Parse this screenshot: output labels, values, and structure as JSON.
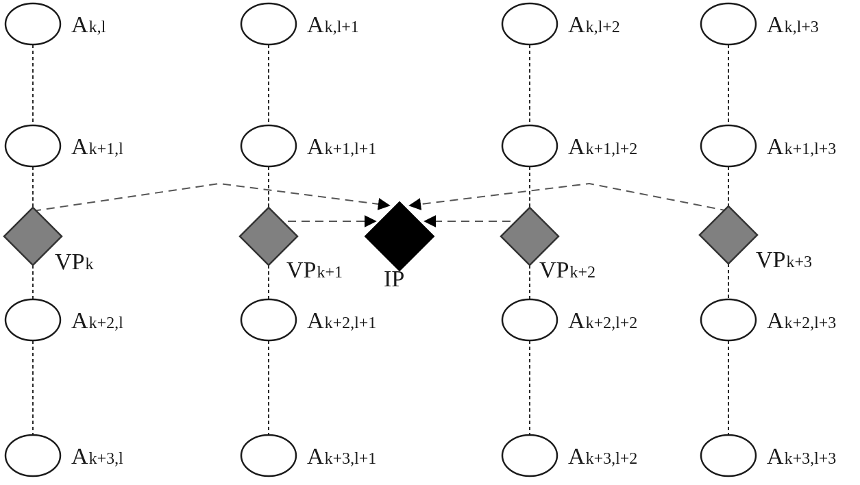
{
  "diagram": {
    "columns": [
      {
        "nodes": [
          {
            "base": "A",
            "sub": "k,l"
          },
          {
            "base": "A",
            "sub": "k+1,l"
          },
          {
            "base": "A",
            "sub": "k+2,l"
          },
          {
            "base": "A",
            "sub": "k+3,l"
          }
        ],
        "vp": {
          "base": "VP",
          "sub": "k"
        }
      },
      {
        "nodes": [
          {
            "base": "A",
            "sub": "k,l+1"
          },
          {
            "base": "A",
            "sub": "k+1,l+1"
          },
          {
            "base": "A",
            "sub": "k+2,l+1"
          },
          {
            "base": "A",
            "sub": "k+3,l+1"
          }
        ],
        "vp": {
          "base": "VP",
          "sub": "k+1"
        }
      },
      {
        "nodes": [
          {
            "base": "A",
            "sub": "k,l+2"
          },
          {
            "base": "A",
            "sub": "k+1,l+2"
          },
          {
            "base": "A",
            "sub": "k+2,l+2"
          },
          {
            "base": "A",
            "sub": "k+3,l+2"
          }
        ],
        "vp": {
          "base": "VP",
          "sub": "k+2"
        }
      },
      {
        "nodes": [
          {
            "base": "A",
            "sub": "k,l+3"
          },
          {
            "base": "A",
            "sub": "k+1,l+3"
          },
          {
            "base": "A",
            "sub": "k+2,l+3"
          },
          {
            "base": "A",
            "sub": "k+3,l+3"
          }
        ],
        "vp": {
          "base": "VP",
          "sub": "k+3"
        }
      }
    ],
    "ip": {
      "label": "IP"
    }
  }
}
